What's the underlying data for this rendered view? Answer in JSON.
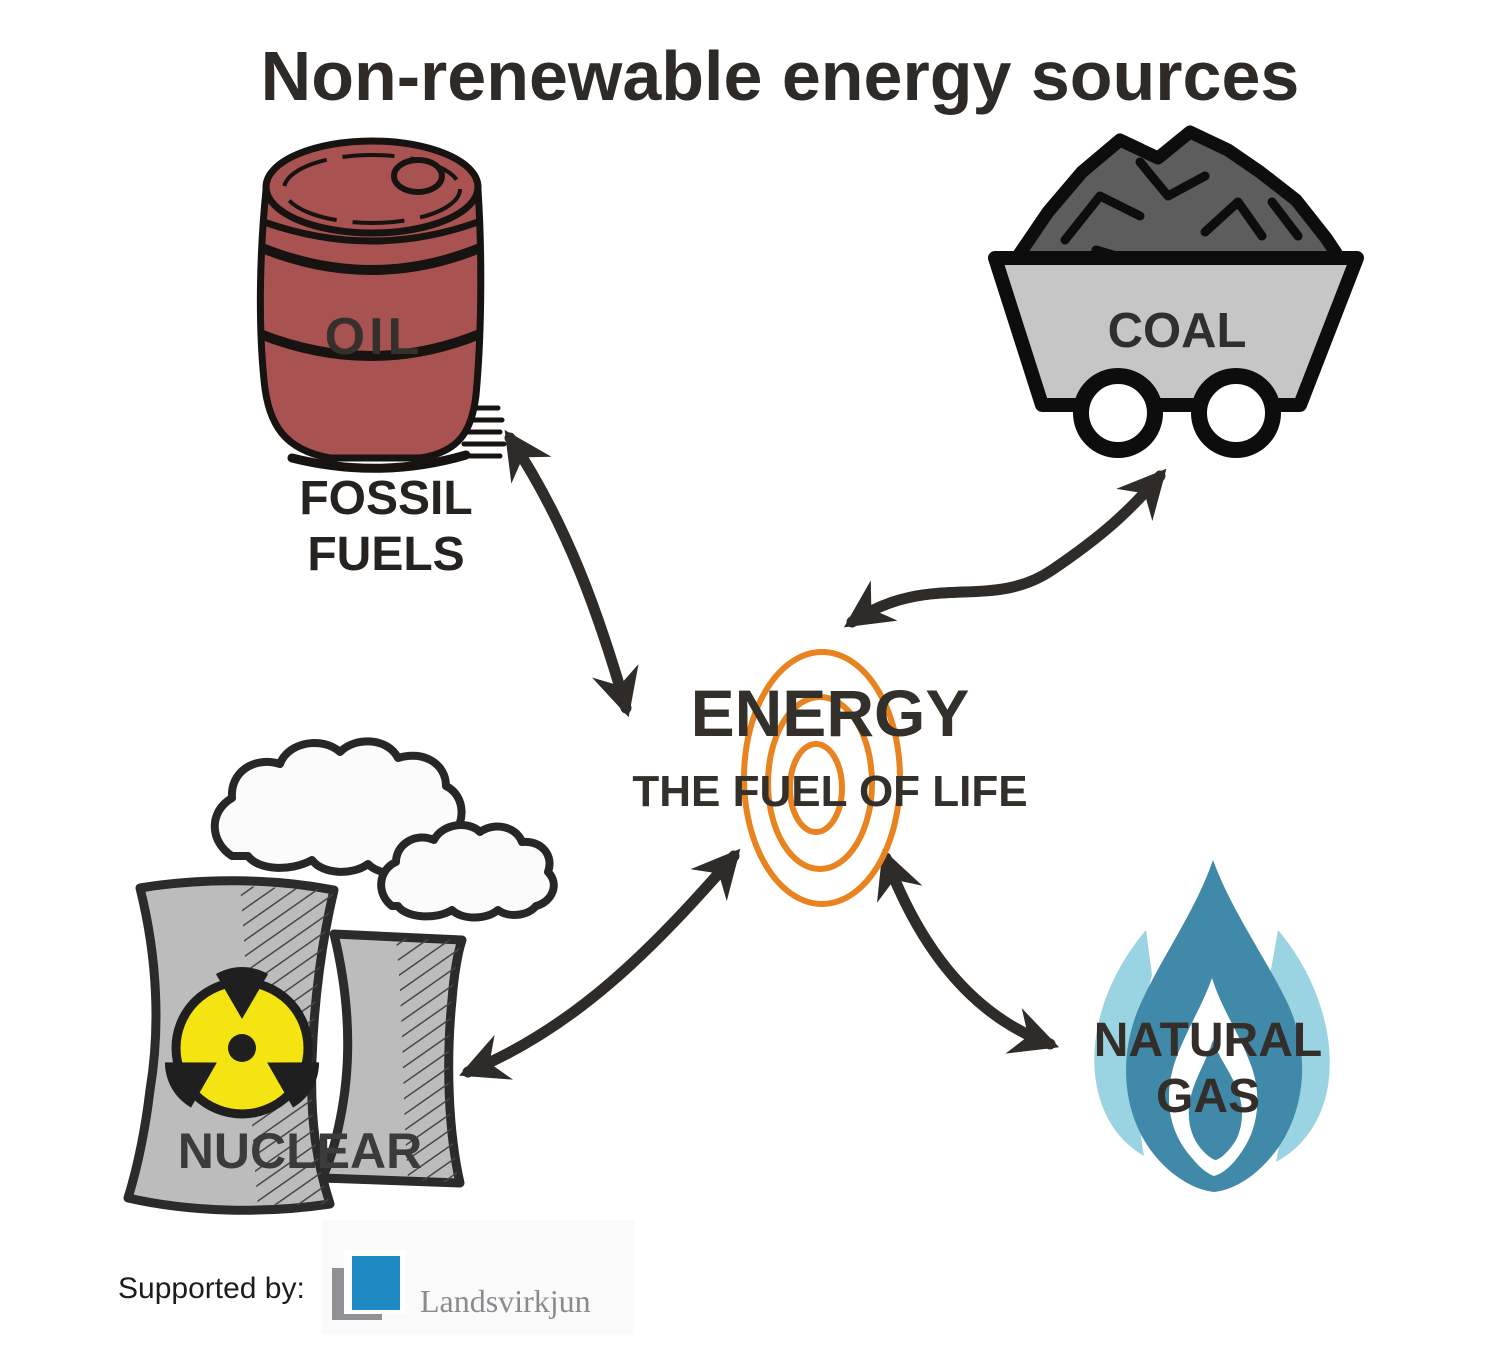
{
  "title": "Non-renewable energy sources",
  "center": {
    "heading": "ENERGY",
    "subheading": "THE FUEL OF LIFE",
    "icon": "energy-spiral-icon"
  },
  "nodes": {
    "fossil_fuels": {
      "icon": "oil-barrel-icon",
      "icon_text": "OIL",
      "label_lines": [
        "FOSSIL",
        "FUELS"
      ]
    },
    "coal": {
      "icon": "coal-cart-icon",
      "label": "COAL"
    },
    "nuclear": {
      "icon": "nuclear-plant-icon",
      "label": "NUCLEAR"
    },
    "natural_gas": {
      "icon": "gas-flame-icon",
      "label_lines": [
        "NATURAL",
        "GAS"
      ]
    }
  },
  "footer": {
    "supported_by_label": "Supported by:",
    "sponsor_name": "Landsvirkjun",
    "sponsor_logo": "landsvirkjun-logo"
  },
  "colors": {
    "ink": "#2e2b28",
    "title_text": "#2e2a27",
    "spiral_orange": "#e8831f",
    "barrel_red": "#a85351",
    "cart_gray": "#c6c6c6",
    "coal_dark": "#5d5d5d",
    "tower_gray": "#bcbcbc",
    "radiation_yellow": "#f4e411",
    "flame_teal": "#4189a8",
    "flame_light": "#9ad3e2",
    "logo_blue": "#1d8ac2",
    "logo_gray": "#919195",
    "sponsor_text_gray": "#8b8b8f"
  }
}
